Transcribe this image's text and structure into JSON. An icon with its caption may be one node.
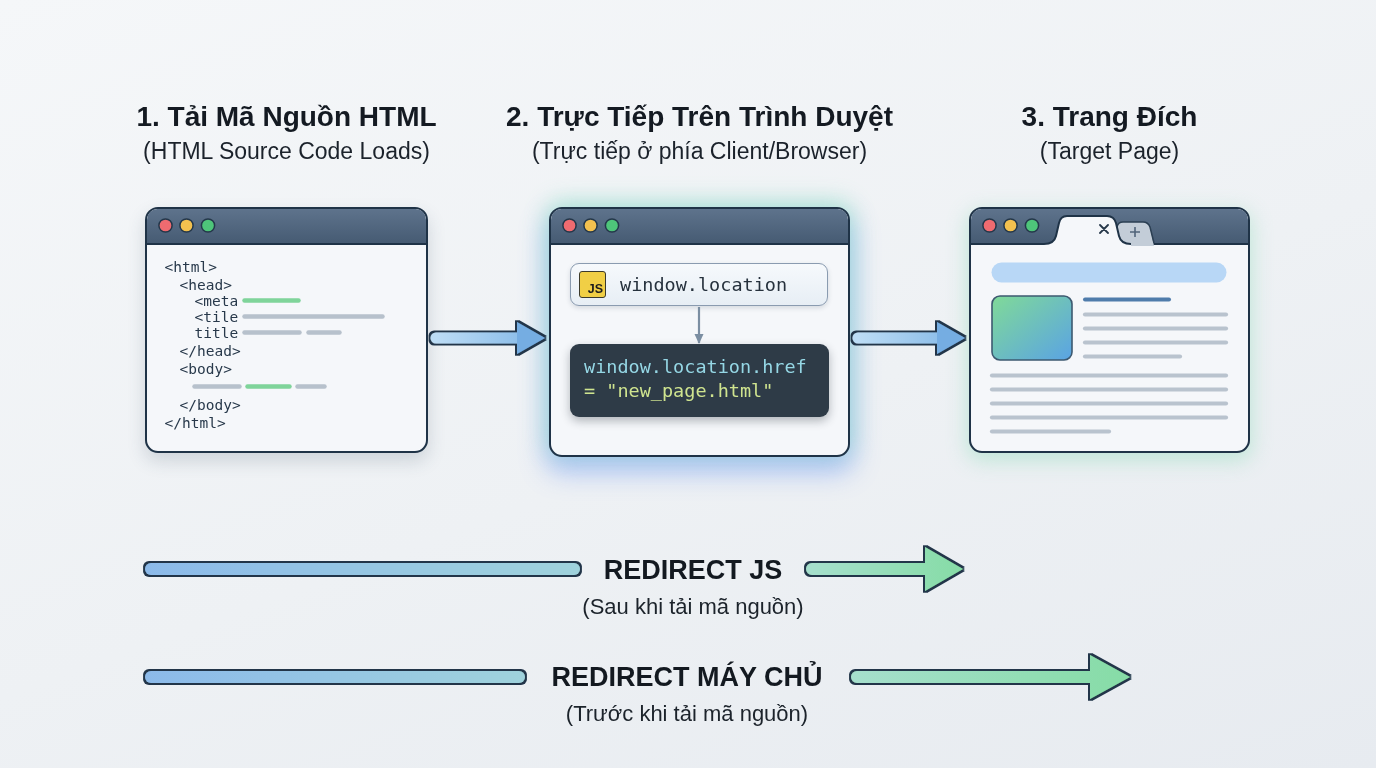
{
  "diagram": {
    "nodes": [
      {
        "text": [
          "1. Tải Mã Nguồn HTML",
          "(HTML Source Code Loads)",
          "<html>",
          "<head>",
          "<meta",
          "<tile",
          "title",
          "</head>",
          "<body>",
          "</body>",
          "</html>"
        ]
      },
      {
        "text": [
          "2. Trực Tiếp Trên Trình Duyệt",
          "(Trực tiếp ở phía Client/Browser)"
        ]
      },
      {
        "text": [
          "JS",
          "window.location"
        ],
        "in": 1
      },
      {
        "text": [
          "window.location.href",
          "= \"new_page.html\""
        ],
        "in": 1
      },
      {
        "text": [
          "3. Trang Đích",
          "(Target Page)"
        ]
      }
    ],
    "edges": [
      {
        "from": 0,
        "to": 1,
        "arrow": "to",
        "style": "thick"
      },
      {
        "from": 2,
        "to": 3,
        "arrow": "to",
        "color": "#7b8ea2"
      },
      {
        "from": 1,
        "to": 4,
        "arrow": "to",
        "style": "thick"
      }
    ],
    "labels": [
      "REDIRECT JS",
      "(Sau khi tải mã nguồn)",
      "REDIRECT MÁY CHỦ",
      "(Trước khi tải mã nguồn)"
    ]
  }
}
